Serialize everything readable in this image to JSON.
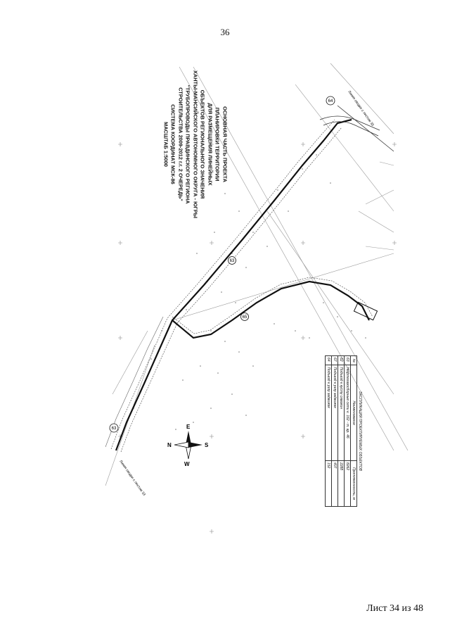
{
  "page": {
    "number": "36",
    "sheet_label": "Лист 34 из 48"
  },
  "map": {
    "title_lines": [
      "ОСНОВНАЯ ЧАСТЬ ПРОЕКТА",
      "ПЛАНИРОВКИ ТЕРРИТОРИИ",
      "ДЛЯ РАЗМЕЩЕНИЯ ЛИНЕЙНЫХ",
      "ОБЪЕКТОВ РЕГИОНАЛЬНОГО ЗНАЧЕНИЯ",
      "ХАНТЫ-МАНСИЙСКОГО АВТОНОМНОГО ОКРУГА - ЮГРЫ",
      "\"ТРУБОПРОВОДЫ ПРАВДИНСКОГО РЕГИОНА",
      "СТРОИТЕЛЬСТВА 2009-2012 г.г. 2 ОЧЕРЕДЬ\"",
      "СИСТЕМА КООРДИНАТ МСК-86",
      "МАСШТАБ 1:5000"
    ],
    "compass": {
      "n": "N",
      "e": "E",
      "s": "S",
      "w": "W"
    },
    "line_note_top": "Линия сводки с листом 35",
    "line_note_bottom": "Линия сводки с листом 33",
    "route_labels": [
      "63",
      "63",
      "64",
      "65"
    ],
    "colors": {
      "ink": "#222222",
      "route": "#111111",
      "light": "#9a9a9a"
    }
  },
  "explication": {
    "title": "ЭКСПЛИКАЦИЯ ПРОЕКТИРУЕМЫХ ОБЪЕКТОВ",
    "headers": [
      "№",
      "Наименование",
      "Протяженность, м"
    ],
    "rows": [
      [
        "63",
        "Нефтегазосборные сети к. 162 - т. вр. 46",
        "8262"
      ],
      [
        "62",
        "Подъезд к кусту скважин",
        "2288"
      ],
      [
        "67",
        "Подъезд к узлу задвижек",
        "407"
      ],
      [
        "64",
        "Подъезд к узлу задвижек",
        "152"
      ]
    ]
  }
}
